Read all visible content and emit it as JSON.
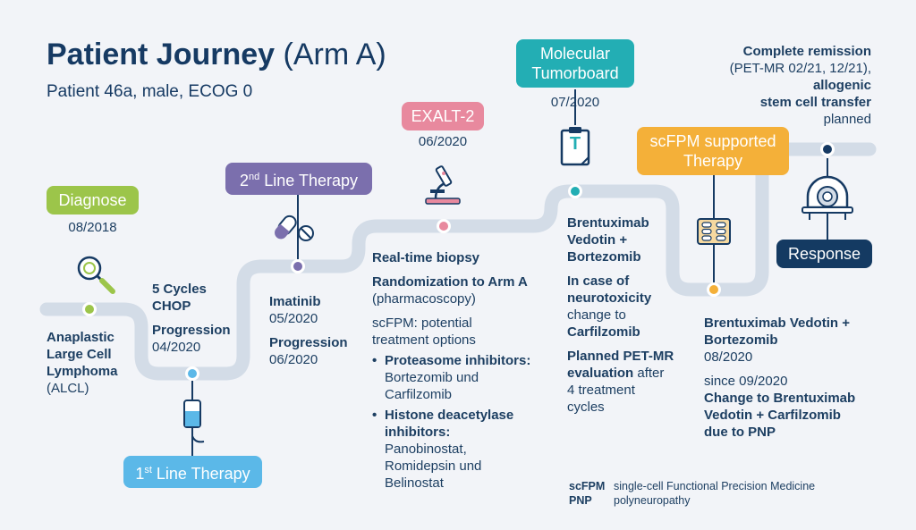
{
  "header": {
    "title": "Patient Journey",
    "title_arm": "(Arm A)",
    "subtitle": "Patient 46a, male, ECOG 0"
  },
  "colors": {
    "path": "#d3dce7",
    "navy": "#163a63",
    "green": "#9cc54a",
    "blue": "#5bb8e8",
    "purple": "#7b6fad",
    "pink": "#e8899e",
    "teal": "#23aeb4",
    "orange": "#f4b039",
    "dark_navy": "#143a62"
  },
  "stages": {
    "diagnose": {
      "badge": "Diagnose",
      "date": "08/2018",
      "icon": "magnifier-icon",
      "lines": [
        "Anaplastic",
        "Large Cell",
        "Lymphoma"
      ],
      "abbr": "(ALCL)"
    },
    "first_line": {
      "badge_main": "1",
      "badge_sup": "st",
      "badge_rest": " Line Therapy",
      "icon": "iv-drip-icon",
      "cycles_line1": "5 Cycles",
      "cycles_line2": "CHOP",
      "progression": "Progression",
      "progression_date": "04/2020"
    },
    "second_line": {
      "badge_main": "2",
      "badge_sup": "nd",
      "badge_rest": " Line Therapy",
      "icon": "pills-icon",
      "drug": "Imatinib",
      "drug_date": "05/2020",
      "progression": "Progression",
      "progression_date": "06/2020"
    },
    "exalt": {
      "badge": "EXALT-2",
      "date": "06/2020",
      "icon": "microscope-icon",
      "biopsy": "Real-time biopsy",
      "randomization": "Randomization to Arm A",
      "pharmacoscopy": "(pharmacoscopy)",
      "scfpm_line1": "scFPM: potential",
      "scfpm_line2": "treatment options",
      "bullet1_title": "Proteasome inhibitors:",
      "bullet1_line1": "Bortezomib und",
      "bullet1_line2": "Carfilzomib",
      "bullet2_title1": "Histone deacetylase",
      "bullet2_title2": "inhibitors:",
      "bullet2_line1": "Panobinostat,",
      "bullet2_line2": "Romidepsin und",
      "bullet2_line3": "Belinostat"
    },
    "tumorboard": {
      "badge_line1": "Molecular",
      "badge_line2": "Tumorboard",
      "date": "07/2020",
      "icon": "clipboard-icon",
      "icon_letter": "T",
      "drug_line1": "Brentuximab",
      "drug_line2": "Vedotin +",
      "drug_line3": "Bortezomib",
      "neuro_line1": "In case of",
      "neuro_line2": "neurotoxicity",
      "neuro_line3": "change to",
      "neuro_line4": "Carfilzomib",
      "pet_line1": "Planned PET-MR",
      "pet_line2_bold": "evaluation",
      "pet_line2_rest": " after",
      "pet_line3": "4 treatment",
      "pet_line4": "cycles"
    },
    "scfpm_therapy": {
      "badge_line1": "scFPM supported",
      "badge_line2": "Therapy",
      "icon": "pill-blister-icon",
      "drug_line1": "Brentuximab Vedotin +",
      "drug_line2": "Bortezomib",
      "drug_date": "08/2020",
      "since": "since 09/2020",
      "change_line1": "Change to Brentuximab",
      "change_line2": "Vedotin + Carfilzomib",
      "change_line3": "due to PNP"
    },
    "response": {
      "badge": "Response",
      "icon": "pet-scanner-icon",
      "remission_line1": "Complete remission",
      "remission_line2": "(PET-MR 02/21, 12/21),",
      "remission_line3": "allogenic",
      "remission_line4": "stem cell transfer",
      "remission_line5": "planned"
    }
  },
  "legend": [
    {
      "key": "scFPM",
      "value": "single-cell Functional Precision Medicine"
    },
    {
      "key": "PNP",
      "value": "polyneuropathy"
    }
  ]
}
